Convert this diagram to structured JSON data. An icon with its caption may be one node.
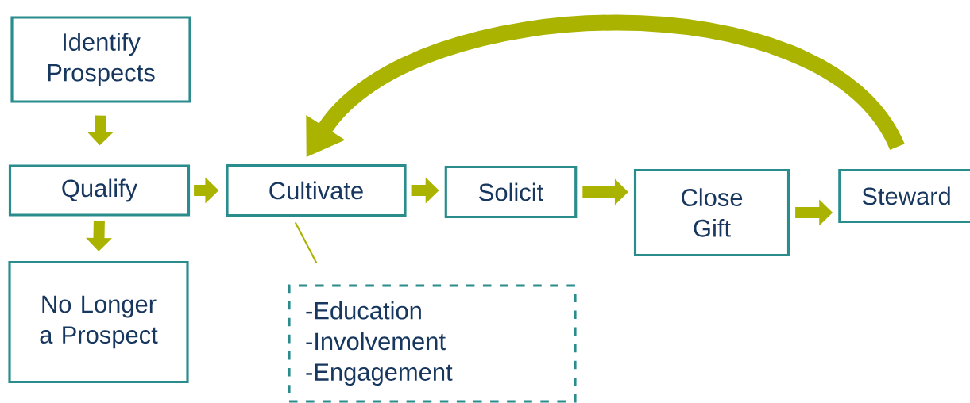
{
  "diagram": {
    "nodes": [
      {
        "text": [
          "Identify Prospects"
        ]
      },
      {
        "text": [
          "Qualify"
        ]
      },
      {
        "text": [
          "No Longer a Prospect"
        ]
      },
      {
        "text": [
          "Cultivate"
        ]
      },
      {
        "text": [
          "Solicit"
        ]
      },
      {
        "text": [
          "Close Gift"
        ]
      },
      {
        "text": [
          "Steward"
        ]
      },
      {
        "text": [
          "-Education",
          "-Involvement",
          "-Engagement"
        ]
      }
    ],
    "edges": [
      {
        "from": 0,
        "to": 1,
        "arrow": "to"
      },
      {
        "from": 1,
        "to": 2,
        "arrow": "to"
      },
      {
        "from": 1,
        "to": 3,
        "arrow": "to"
      },
      {
        "from": 3,
        "to": 4,
        "arrow": "to"
      },
      {
        "from": 4,
        "to": 5,
        "arrow": "to"
      },
      {
        "from": 5,
        "to": 6,
        "arrow": "to"
      },
      {
        "from": 6,
        "to": 3,
        "arrow": "to"
      },
      {
        "from": 3,
        "to": 7,
        "arrow": "none"
      }
    ]
  }
}
